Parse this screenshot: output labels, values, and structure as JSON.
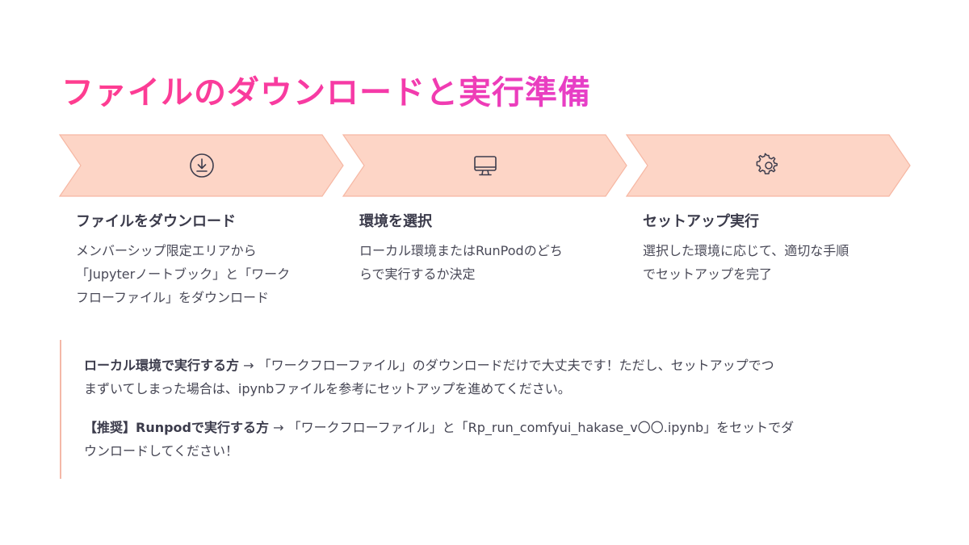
{
  "title": "ファイルのダウンロードと実行準備",
  "colors": {
    "accent": "#ff3d8e",
    "chevron_fill": "#fdd5c6",
    "chevron_stroke": "#f6b7a3",
    "note_border": "#f4b8a8"
  },
  "steps": [
    {
      "icon": "download-icon",
      "title": "ファイルをダウンロード",
      "lines": [
        "メンバーシップ限定エリアから",
        "「Jupyterノートブック」と「ワーク",
        "フローファイル」をダウンロード"
      ]
    },
    {
      "icon": "monitor-icon",
      "title": "環境を選択",
      "lines": [
        "ローカル環境またはRunPodのどち",
        "らで実行するか決定"
      ]
    },
    {
      "icon": "gear-icon",
      "title": "セットアップ実行",
      "lines": [
        "選択した環境に応じて、適切な手順",
        "でセットアップを完了"
      ]
    }
  ],
  "notes": [
    {
      "bold": "ローカル環境で実行する方",
      "line1": " → 「ワークフローファイル」のダウンロードだけで大丈夫です！ただし、セットアップでつ",
      "line2": "まずいてしまった場合は、ipynbファイルを参考にセットアップを進めてください。"
    },
    {
      "bold": "【推奨】Runpodで実行する方",
      "line1": " → 「ワークフローファイル」と「Rp_run_comfyui_hakase_v〇〇.ipynb」をセットでダ",
      "line2": "ウンロードしてください！"
    }
  ]
}
